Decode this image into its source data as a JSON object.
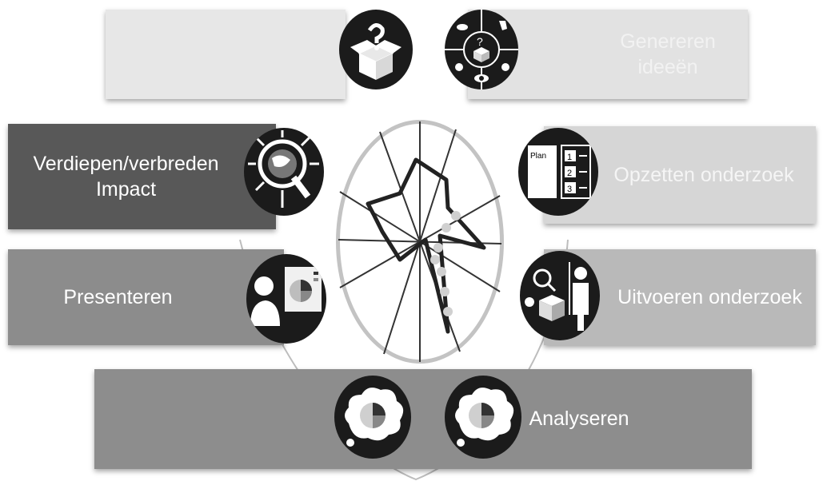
{
  "phases": {
    "top_left": "",
    "generating": "Genereren\nideeën",
    "deepening": "Verdiepen/verbreden\nImpact",
    "setup": "Opzetten onderzoek",
    "presenting": "Presenteren",
    "executing": "Uitvoeren onderzoek",
    "analysing": "Analyseren"
  },
  "icons": {
    "plan_board": {
      "title": "Plan",
      "steps": [
        "1",
        "2",
        "3"
      ]
    }
  },
  "colors": {
    "bar_light": "#e7e7e7",
    "bar_dark": "#585858",
    "bar_mid": "#8c8c8c",
    "icon_fill": "#1b1b1b",
    "ring": "#c3c3c3"
  }
}
